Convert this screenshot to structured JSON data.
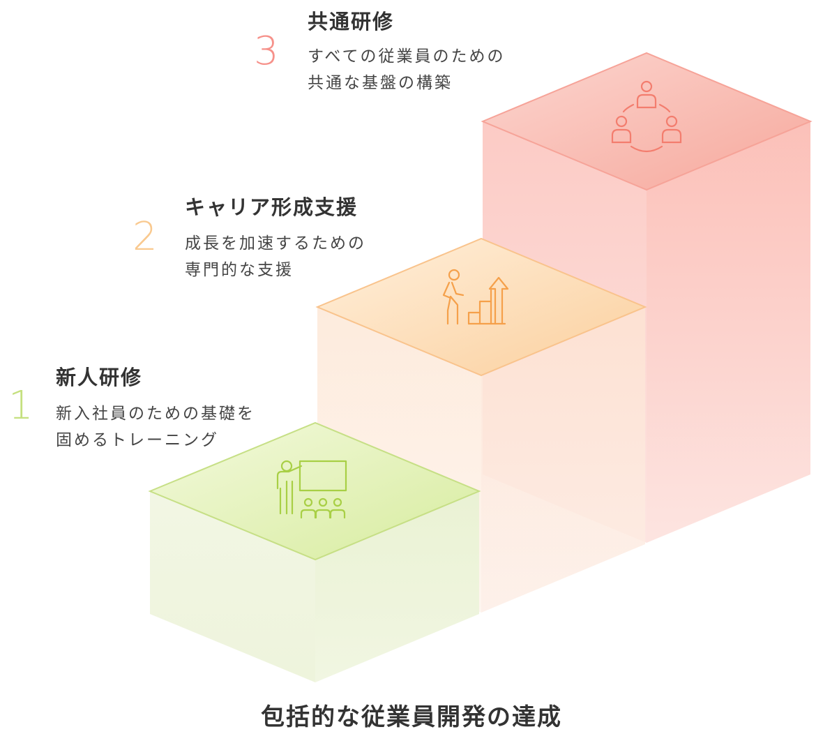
{
  "steps": [
    {
      "number": "1",
      "title": "新人研修",
      "desc_line1": "新入社員のための基礎を",
      "desc_line2": "固めるトレーニング",
      "color": "#c3dc7e",
      "icon": "teacher-presentation-icon"
    },
    {
      "number": "2",
      "title": "キャリア形成支援",
      "desc_line1": "成長を加速するための",
      "desc_line2": "専門的な支援",
      "color": "#f9c790",
      "icon": "climbing-stairs-growth-icon"
    },
    {
      "number": "3",
      "title": "共通研修",
      "desc_line1": "すべての従業員のための",
      "desc_line2": "共通な基盤の構築",
      "color": "#f59a8e",
      "icon": "people-cycle-icon"
    }
  ],
  "summary": "包括的な従業員開発の達成"
}
